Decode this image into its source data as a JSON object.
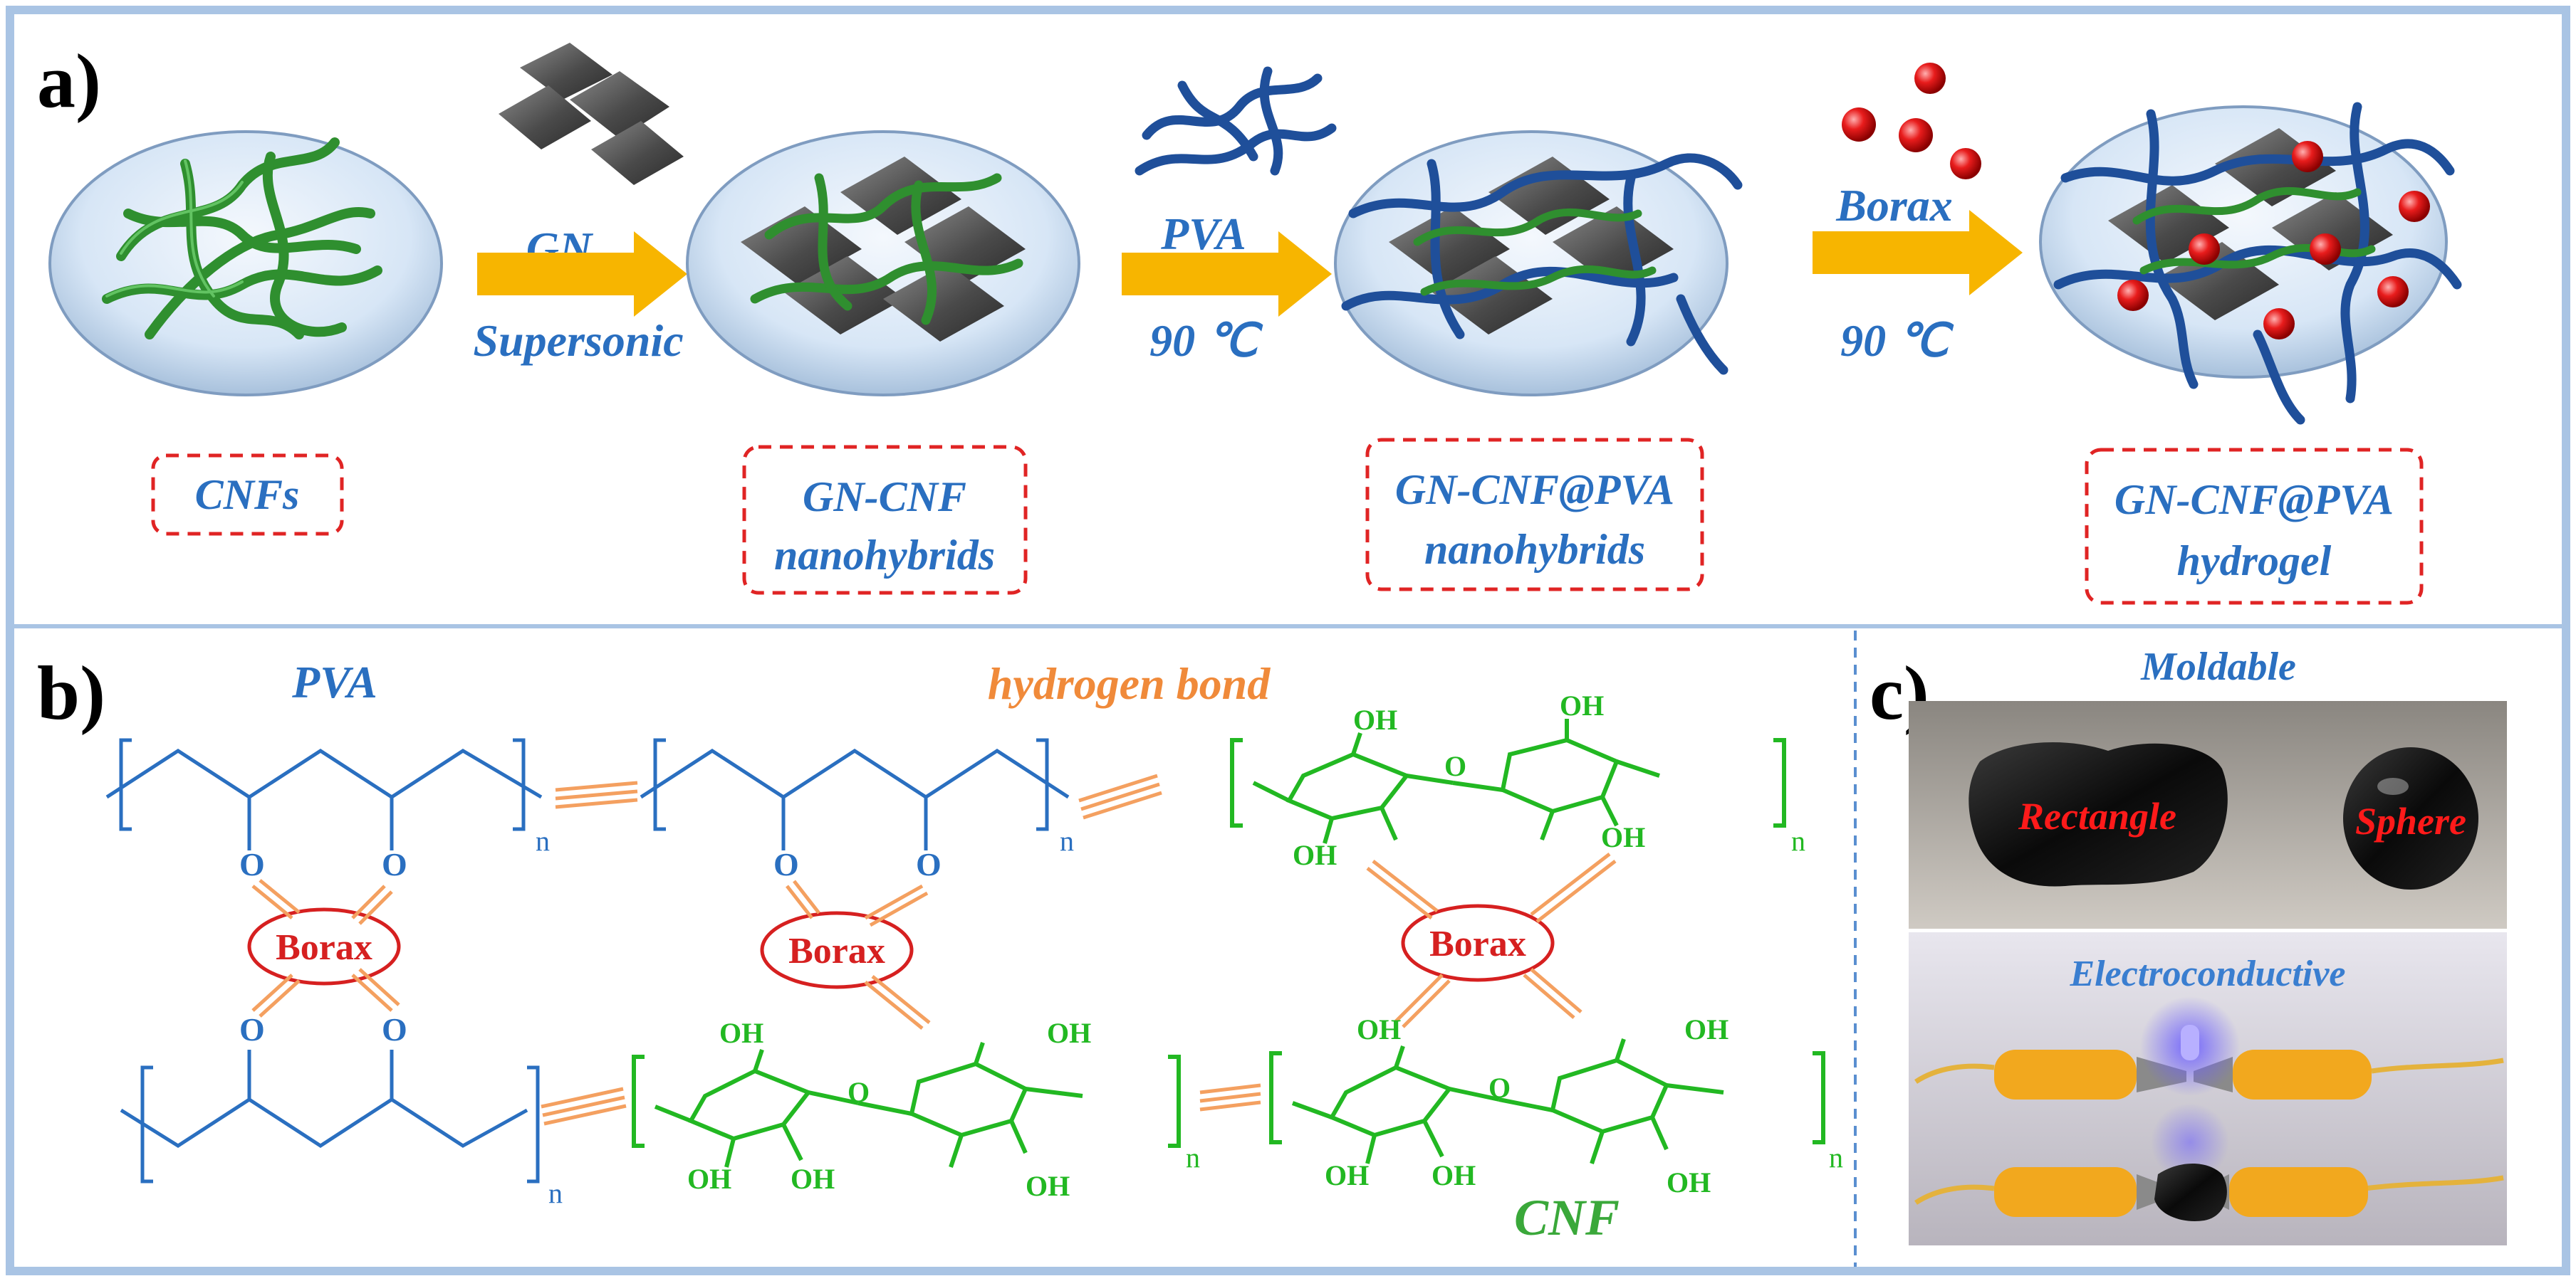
{
  "panels": {
    "a": {
      "label": "a)",
      "steps": [
        {
          "reagent": "GN",
          "condition": "Supersonic"
        },
        {
          "reagent": "PVA",
          "condition": "90 ℃"
        },
        {
          "reagent": "Borax",
          "condition": "90 ℃"
        }
      ],
      "stages": [
        {
          "line1": "CNFs",
          "line2": ""
        },
        {
          "line1": "GN-CNF",
          "line2": "nanohybrids"
        },
        {
          "line1": "GN-CNF@PVA",
          "line2": "nanohybrids"
        },
        {
          "line1": "GN-CNF@PVA",
          "line2": "hydrogel"
        }
      ]
    },
    "b": {
      "label": "b)",
      "pva_label": "PVA",
      "hbond_label": "hydrogen bond",
      "cnf_label": "CNF",
      "borax_label": "Borax",
      "o_label": "O",
      "oh_label": "OH",
      "n_label": "n"
    },
    "c": {
      "label": "c)",
      "top_title": "Moldable",
      "shape1": "Rectangle",
      "shape2": "Sphere",
      "bottom_title": "Electroconductive"
    }
  },
  "colors": {
    "frame": "#a9c4e4",
    "blue_text": "#2a6fc0",
    "red": "#d62020",
    "green": "#22b822",
    "orange": "#f4a060",
    "arrow": "#f7b500"
  }
}
